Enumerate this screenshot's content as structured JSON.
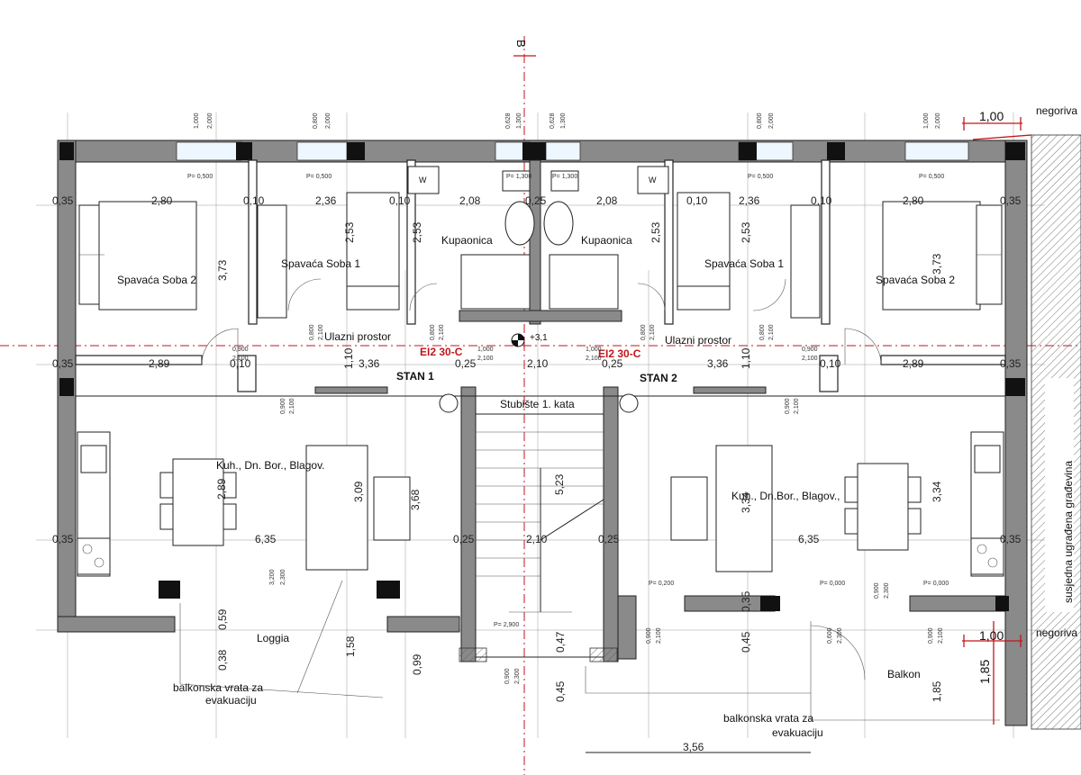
{
  "labels": {
    "section_marker": "B",
    "room_bed2_left": "Spavaća Soba 2",
    "room_bed1_left": "Spavaća Soba 1",
    "room_bath_left": "Kupaonica",
    "room_bath_right": "Kupaonica",
    "room_bed1_right": "Spavaća Soba 1",
    "room_bed2_right": "Spavaća Soba 2",
    "entry_left": "Ulazni prostor",
    "entry_right": "Ulazni prostor",
    "unit_left": "STAN 1",
    "unit_right": "STAN 2",
    "stair": "Stubište 1. kata",
    "kitchen_left": "Kuh., Dn. Bor., Blagov.",
    "kitchen_right": "Kuh., Dn.Bor., Blagov.,",
    "loggia": "Loggia",
    "balcony": "Balkon",
    "evac_left_1": "balkonska vrata za",
    "evac_left_2": "evakuaciju",
    "evac_right_1": "balkonska vrata za",
    "evac_right_2": "evakuaciju",
    "neighbor": "susjedna ugrađena građevina",
    "negoriv_top": "negoriva",
    "negoriv_bottom": "negoriva",
    "fire_left": "EI2 30-C",
    "fire_right": "EI2 30-C",
    "level": "+3,1",
    "wm_left": "W",
    "wm_right": "W",
    "red_dim_top": "1,00",
    "red_dim_bottom": "1,00",
    "red_dim_side": "1,85"
  },
  "dims": {
    "top_row": [
      "0,35",
      "2,80",
      "0,10",
      "2,36",
      "0,10",
      "2,08",
      "0,25",
      "2,08",
      "0,10",
      "2,36",
      "0,10",
      "2,80",
      "0,35"
    ],
    "mid_row_left": [
      "0,35",
      "2,89",
      "0,10",
      "3,36"
    ],
    "mid_row_right": [
      "3,36",
      "0,10",
      "2,89",
      "0,35"
    ],
    "mid_row_center": [
      "0,25",
      "2,10",
      "0,25"
    ],
    "low_row": [
      "0,35",
      "6,35",
      "0,25",
      "2,10",
      "0,25",
      "6,35",
      "0,35"
    ],
    "heights_left": [
      "3,73",
      "2,53",
      "2,53",
      "1,10",
      "3,09",
      "3,68",
      "2,89"
    ],
    "heights_right": [
      "2,53",
      "2,53",
      "3,73",
      "1,10",
      "3,34",
      "3,34",
      "5,23"
    ],
    "bottom_misc": [
      "0,59",
      "0,38",
      "1,58",
      "0,99",
      "0,45",
      "0,47",
      "0,35",
      "0,45",
      "1,85"
    ],
    "bottom_width": "3,56",
    "stair_len": "5,23"
  },
  "notes": {
    "window_sizes": [
      "1,000",
      "0,800",
      "0,628",
      "0,628",
      "0,800",
      "1,000"
    ],
    "window_height": "2,000",
    "window_height_wc": "1,300",
    "sill_labels": [
      "P= 0,500",
      "P= 0,500",
      "P= 1,300",
      "P= 1,300",
      "P= 0,500",
      "P= 0,500"
    ],
    "door_left": [
      "0,900",
      "2,100"
    ],
    "door_right": [
      "0,900",
      "2,100"
    ],
    "door_center_left": [
      "1,000",
      "2,100"
    ],
    "door_center_right": [
      "1,000",
      "2,100"
    ],
    "door_small": [
      "0,800",
      "2,100"
    ],
    "loggia_window": [
      "3,200",
      "2,300"
    ],
    "stair_sill": "P= 2,900",
    "stair_window": [
      "0,900",
      "2,300"
    ],
    "balcony_sills": [
      "P= 0,200",
      "P= 0,000",
      "P= 0,000"
    ],
    "balcony_door": [
      "0,900",
      "2,300"
    ],
    "balcony_windows": [
      "0,900",
      "2,100"
    ],
    "balcony_door_small": [
      "0,600",
      "2,300"
    ]
  }
}
